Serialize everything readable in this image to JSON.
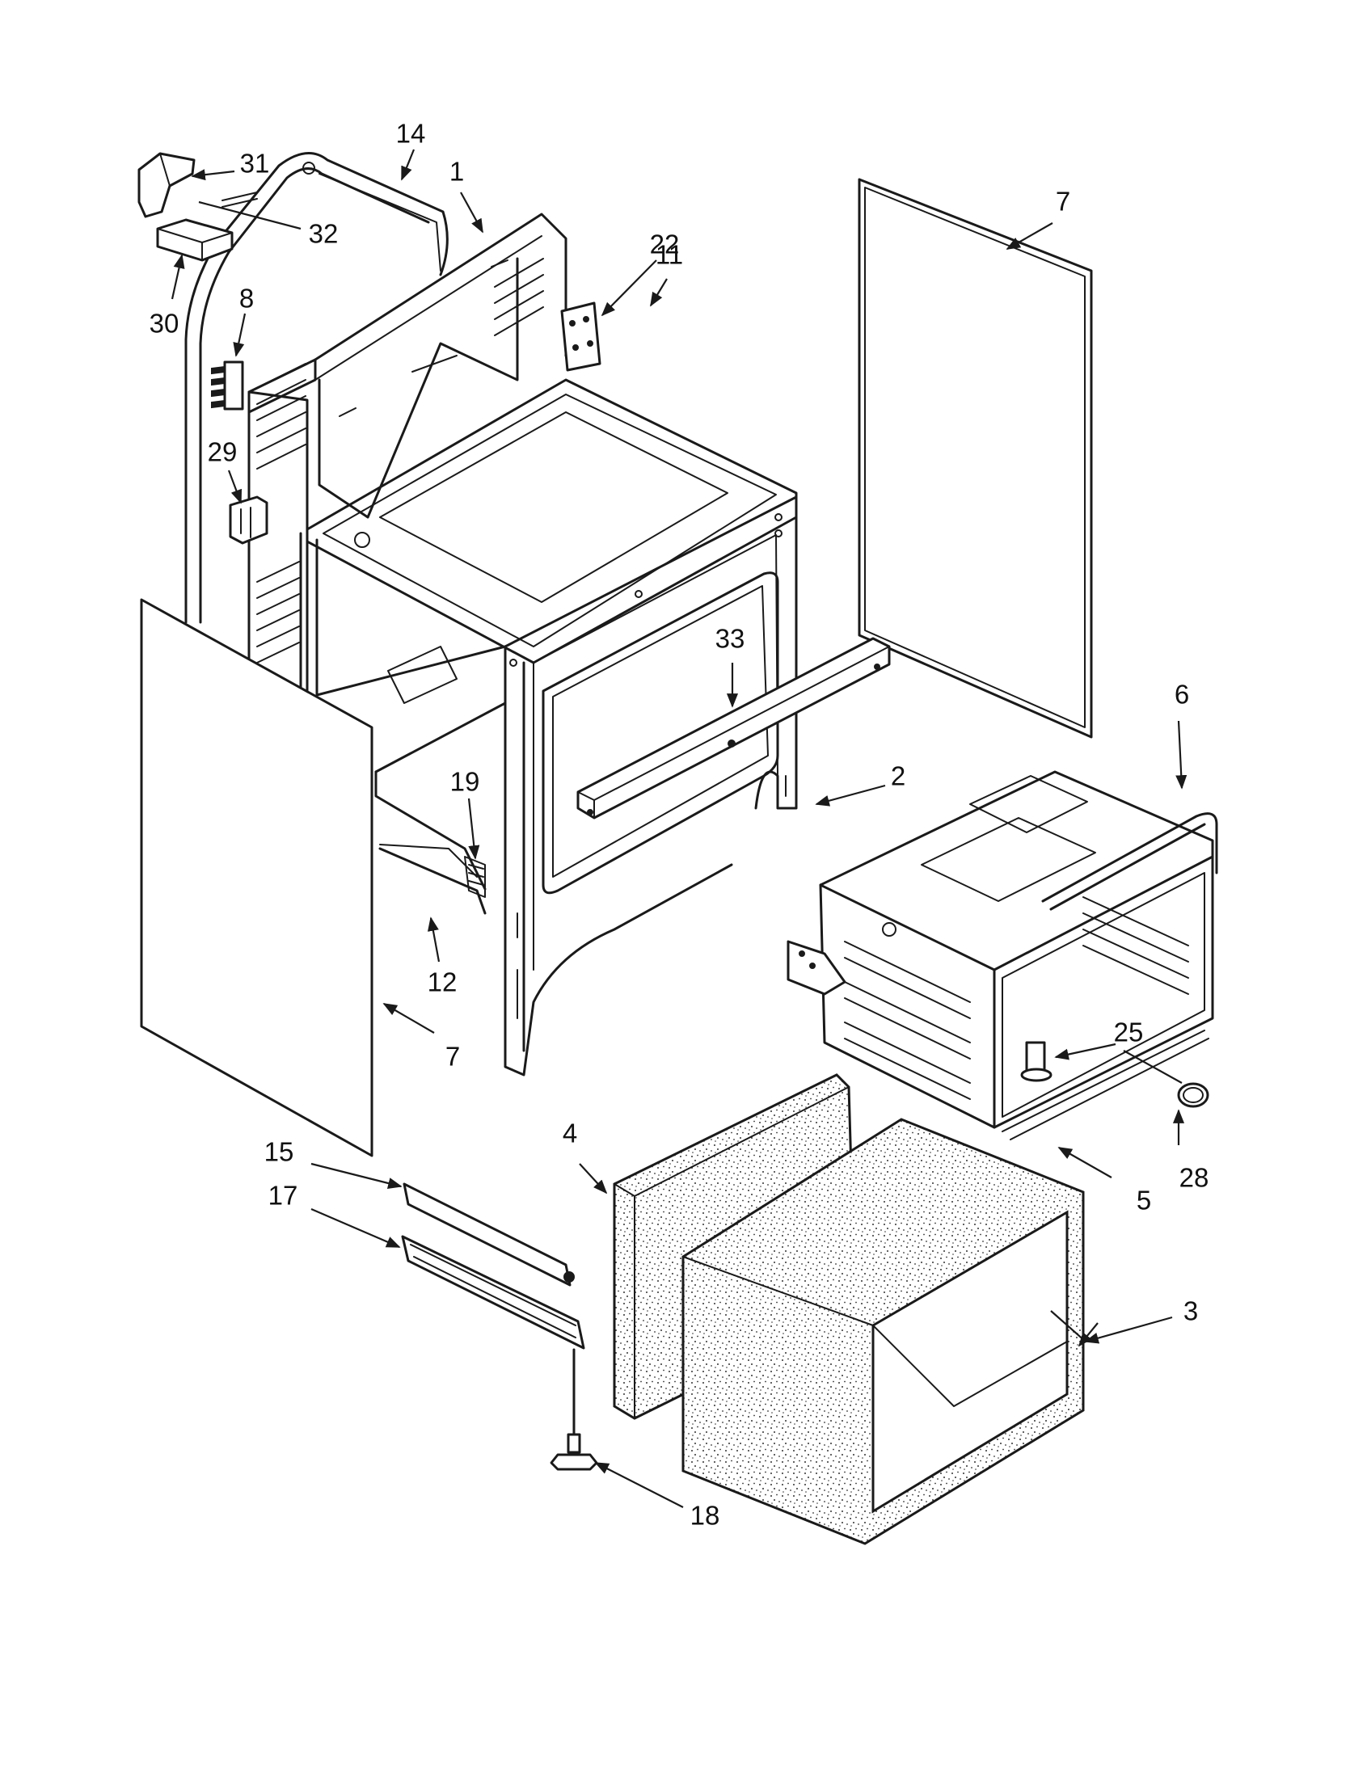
{
  "diagram": {
    "callouts": [
      {
        "id": "c1",
        "label": "1"
      },
      {
        "id": "c2",
        "label": "2"
      },
      {
        "id": "c3",
        "label": "3"
      },
      {
        "id": "c4",
        "label": "4"
      },
      {
        "id": "c5",
        "label": "5"
      },
      {
        "id": "c6",
        "label": "6"
      },
      {
        "id": "c7a",
        "label": "7"
      },
      {
        "id": "c7b",
        "label": "7"
      },
      {
        "id": "c8",
        "label": "8"
      },
      {
        "id": "c11",
        "label": "11"
      },
      {
        "id": "c12",
        "label": "12"
      },
      {
        "id": "c14",
        "label": "14"
      },
      {
        "id": "c15",
        "label": "15"
      },
      {
        "id": "c17",
        "label": "17"
      },
      {
        "id": "c18",
        "label": "18"
      },
      {
        "id": "c19",
        "label": "19"
      },
      {
        "id": "c22",
        "label": "22"
      },
      {
        "id": "c25",
        "label": "25"
      },
      {
        "id": "c28",
        "label": "28"
      },
      {
        "id": "c29",
        "label": "29"
      },
      {
        "id": "c30",
        "label": "30"
      },
      {
        "id": "c31",
        "label": "31"
      },
      {
        "id": "c32",
        "label": "32"
      },
      {
        "id": "c33",
        "label": "33"
      }
    ],
    "colors": {
      "ink": "#1a1a1a",
      "background": "#ffffff"
    }
  }
}
